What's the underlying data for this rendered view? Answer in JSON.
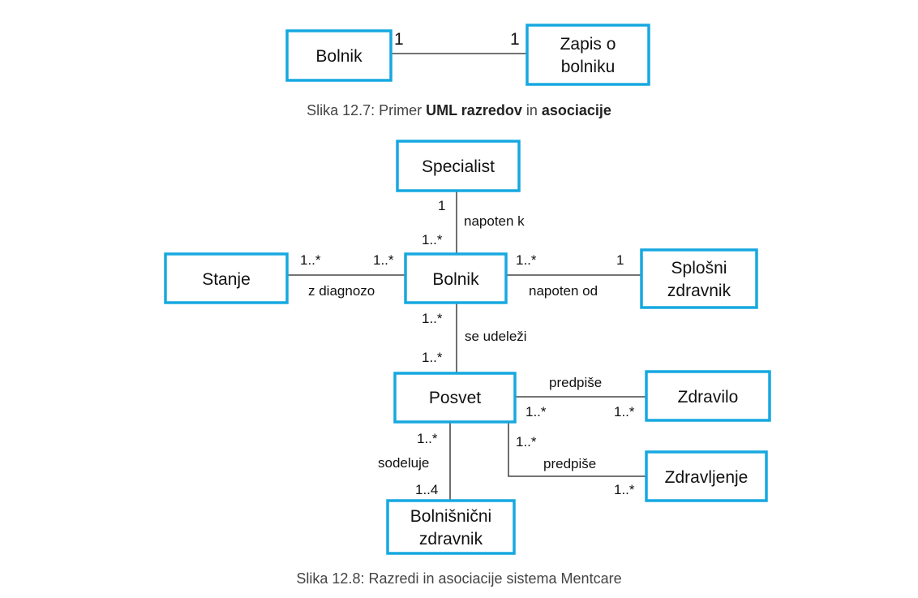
{
  "fig1": {
    "classes": {
      "bolnik": "Bolnik",
      "zapis_l1": "Zapis o",
      "zapis_l2": "bolniku"
    },
    "mult": {
      "left": "1",
      "right": "1"
    },
    "caption": {
      "prefix": "Slika 12.7: Primer ",
      "bold1": "UML razredov",
      "mid": " in ",
      "bold2": "asociacije"
    }
  },
  "fig2": {
    "classes": {
      "specialist": "Specialist",
      "stanje": "Stanje",
      "bolnik": "Bolnik",
      "splosni_l1": "Splošni",
      "splosni_l2": "zdravnik",
      "posvet": "Posvet",
      "zdravilo": "Zdravilo",
      "zdravljenje": "Zdravljenje",
      "bolnisnicni_l1": "Bolnišnični",
      "bolnisnicni_l2": "zdravnik"
    },
    "associations": {
      "napoten_k": "napoten k",
      "z_diagnozo": "z diagnozo",
      "napoten_od": "napoten od",
      "se_udelezi": "se udeleži",
      "predpise_zdravilo": "predpiše",
      "predpise_zdravljenje": "predpiše",
      "sodeluje": "sodeluje"
    },
    "multiplicities": {
      "spec_top": "1",
      "spec_bolnik": "1..*",
      "stanje_side": "1..*",
      "bolnik_stanje": "1..*",
      "bolnik_splosni": "1..*",
      "splosni_side": "1",
      "bolnik_bottom": "1..*",
      "posvet_top": "1..*",
      "posvet_zdravilo": "1..*",
      "zdravilo_side": "1..*",
      "posvet_zdravljenje": "1..*",
      "zdravljenje_side": "1..*",
      "posvet_bottom": "1..*",
      "bolnisnicni_top": "1..4"
    },
    "caption": "Slika 12.8: Razredi in asociacije sistema Mentcare"
  }
}
